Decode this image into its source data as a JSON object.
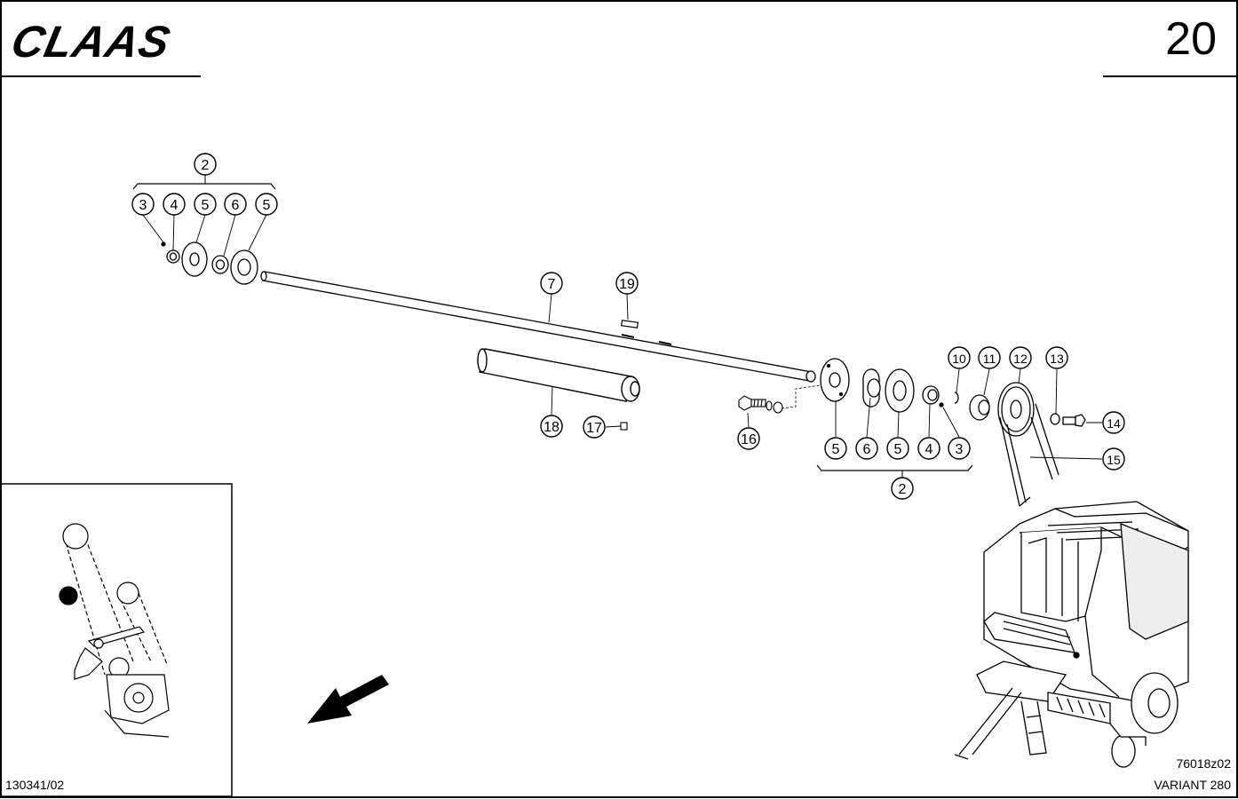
{
  "header": {
    "brand": "CLAAS",
    "page_number": "20"
  },
  "footer": {
    "doc_number": "130341/02",
    "drawing_number": "76018z02",
    "model": "VARIANT 280"
  },
  "callouts": {
    "group_top": "2",
    "top_row": [
      "3",
      "4",
      "5",
      "6",
      "5"
    ],
    "shaft": "7",
    "key": "19",
    "roller": "18",
    "grease": "17",
    "bolt": "16",
    "bottom_row": [
      "5",
      "6",
      "5",
      "4",
      "3"
    ],
    "group_bottom": "2",
    "right_row": [
      "10",
      "11",
      "12",
      "13"
    ],
    "screw": "14",
    "belt": "15"
  }
}
